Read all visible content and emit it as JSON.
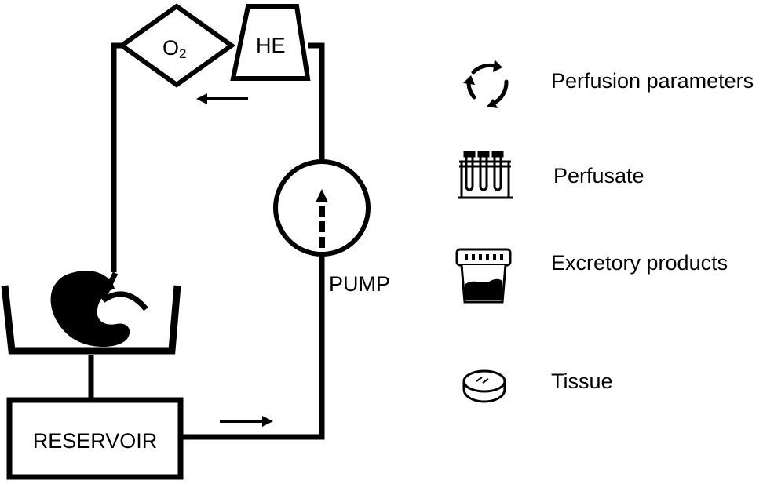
{
  "diagram": {
    "components": {
      "oxygenator": {
        "label": "O",
        "subscript": "2"
      },
      "heat_exchanger": {
        "label": "HE"
      },
      "pump": {
        "label": "PUMP"
      },
      "reservoir": {
        "label": "RESERVOIR"
      },
      "organ": {
        "icon": "kidney-icon"
      },
      "organ_chamber": {
        "icon": "organ-chamber"
      }
    },
    "flow_direction": [
      "reservoir",
      "pump",
      "heat_exchanger",
      "oxygenator",
      "organ",
      "reservoir"
    ],
    "line_color": "#000000"
  },
  "legend": [
    {
      "icon": "cycle-arrows-icon",
      "label": "Perfusion parameters"
    },
    {
      "icon": "test-tube-rack-icon",
      "label": "Perfusate"
    },
    {
      "icon": "specimen-cup-icon",
      "label": "Excretory products"
    },
    {
      "icon": "tissue-sample-icon",
      "label": "Tissue"
    }
  ]
}
